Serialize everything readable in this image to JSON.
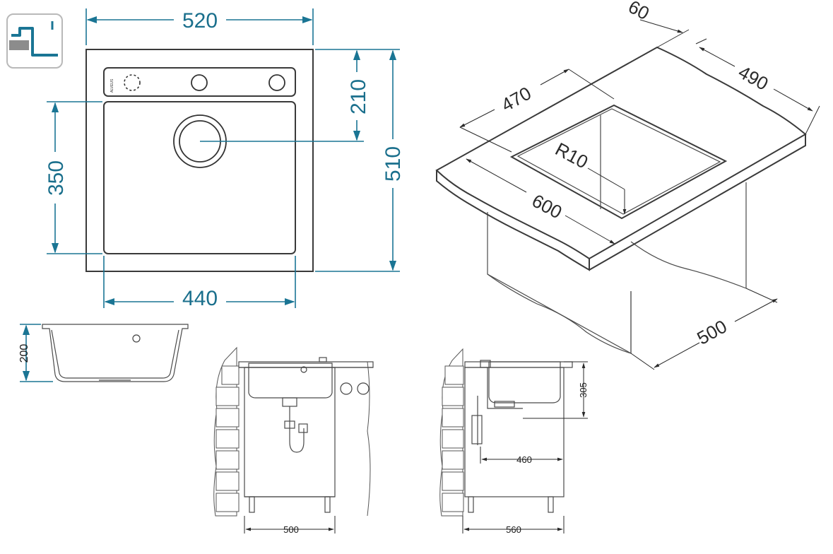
{
  "colors": {
    "dimension_line": "#1a7594",
    "dimension_text": "#1a6f8c",
    "outline": "#3a3a3a",
    "icon_fill": "#8c8c8c"
  },
  "icons": {
    "mount_type": "undermount-profile-icon"
  },
  "top_view": {
    "width_outer": "520",
    "width_inner": "440",
    "height_total": "510",
    "height_bowl": "350",
    "drain_offset": "210",
    "brand_mark": "ALVEUS"
  },
  "side_profile": {
    "depth": "200"
  },
  "iso_view": {
    "dim_60": "60",
    "dim_490": "490",
    "dim_470": "470",
    "radius": "R10",
    "dim_600": "600",
    "dim_500": "500"
  },
  "cabinet_front": {
    "width": "500"
  },
  "cabinet_side": {
    "height": "305",
    "depth_inner": "460",
    "width": "560"
  }
}
